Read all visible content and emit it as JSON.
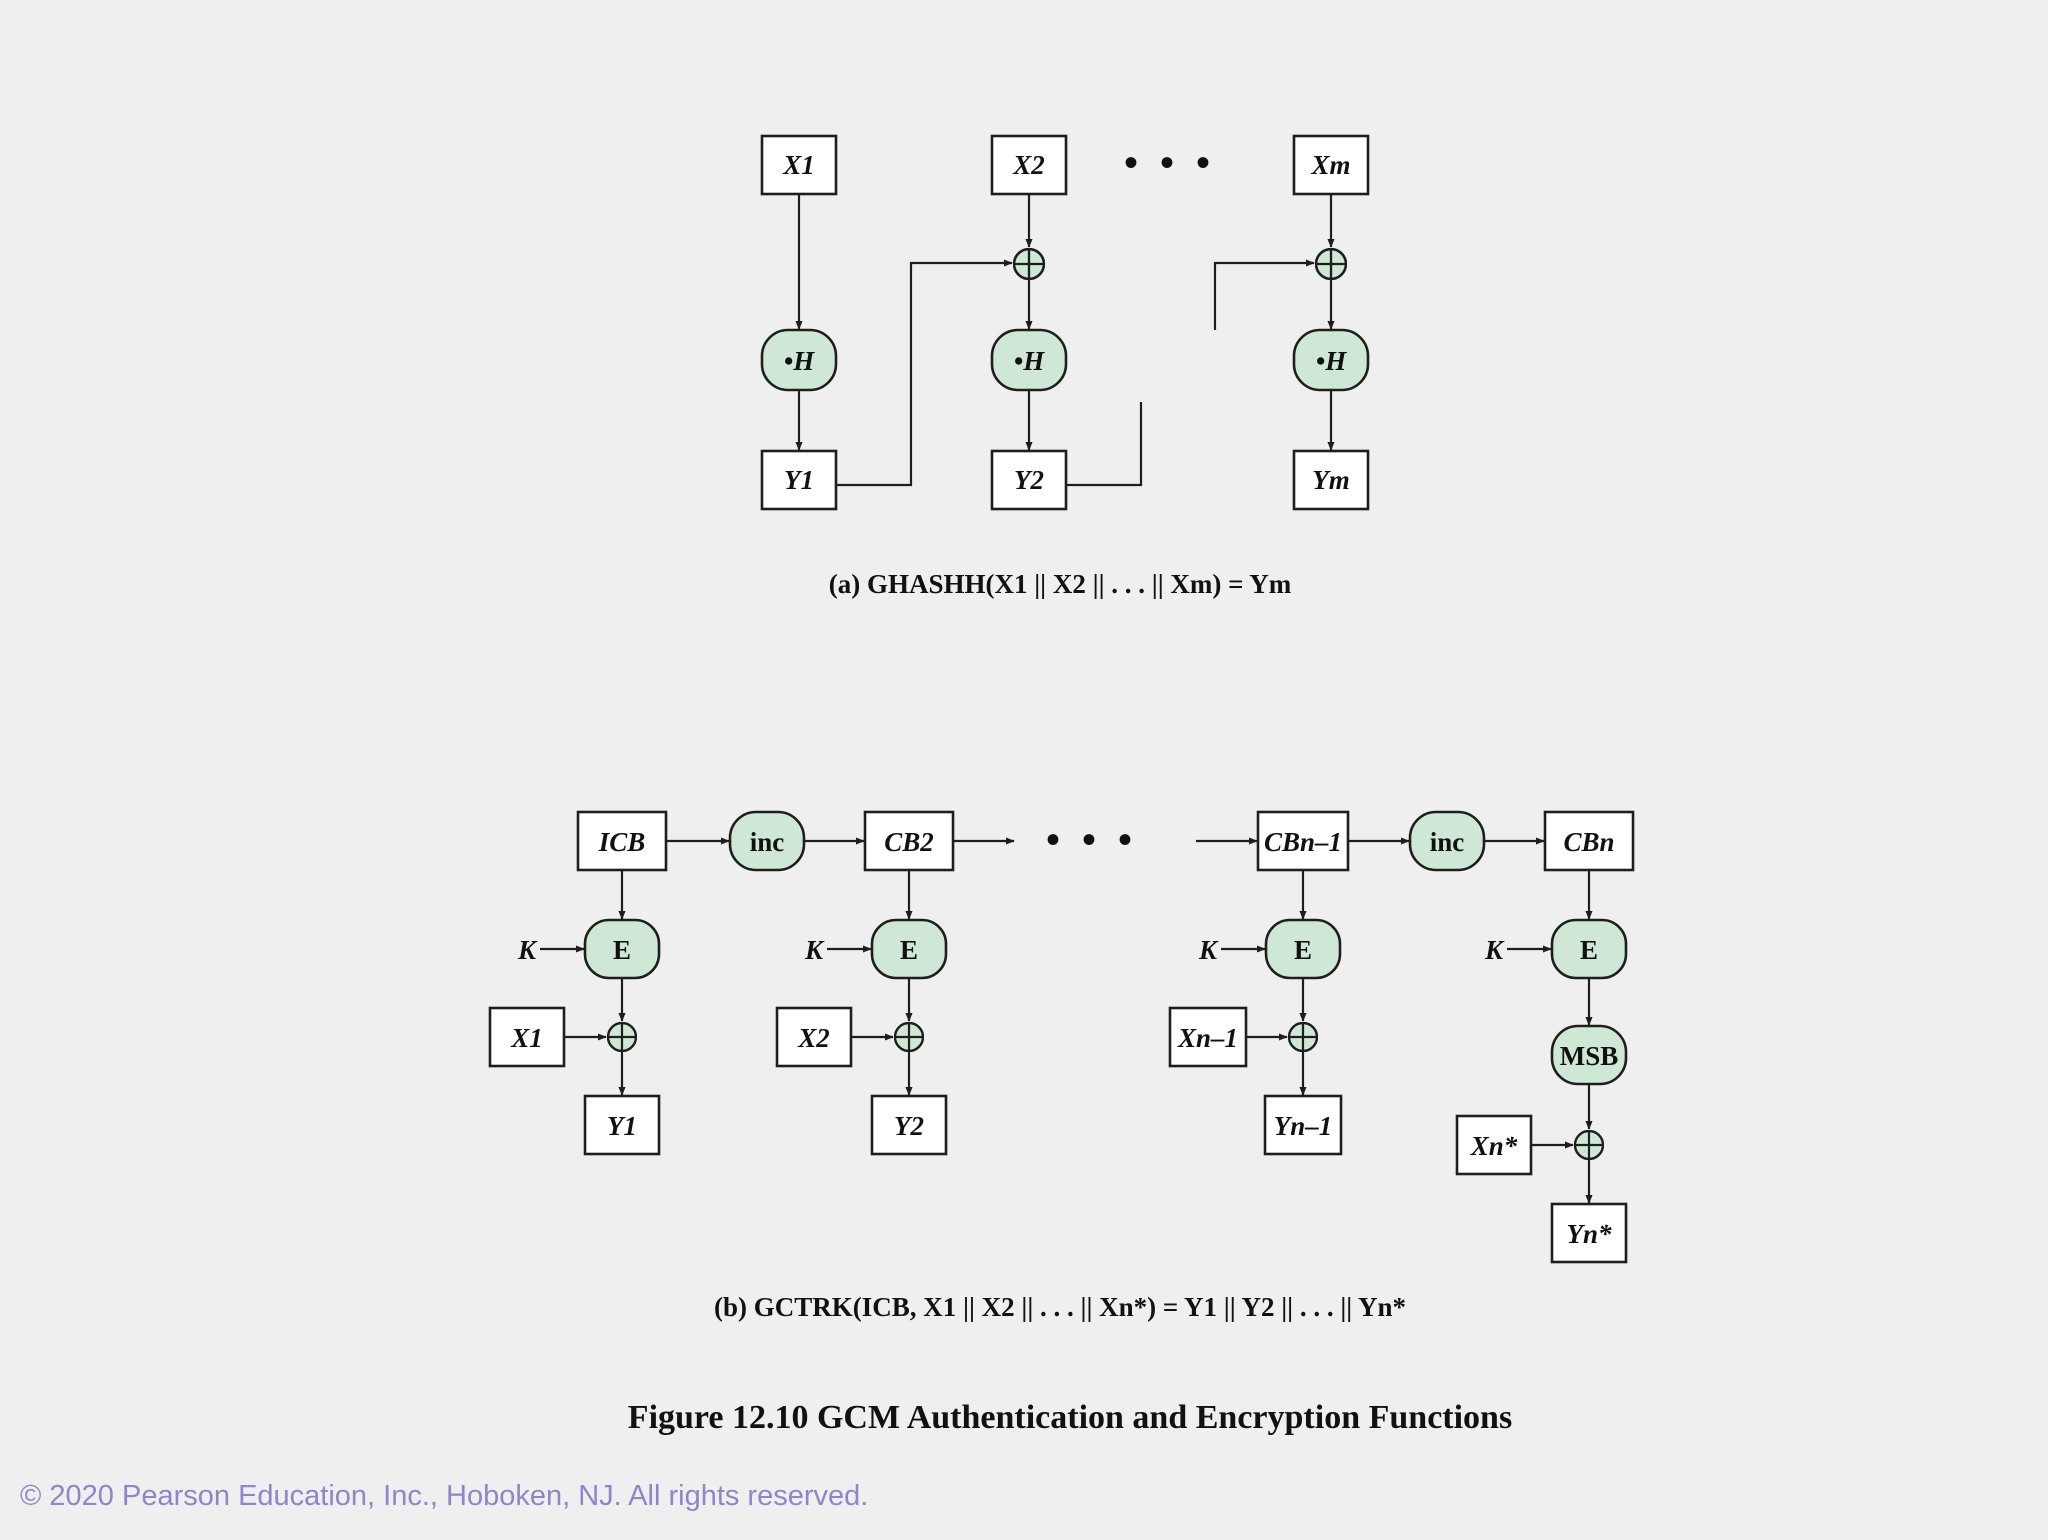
{
  "ghash": {
    "inputs": [
      "X1",
      "X2",
      "Xm"
    ],
    "func_label": "•H",
    "outputs": [
      "Y1",
      "Y2",
      "Ym"
    ],
    "ellipsis": "• • •",
    "caption": "(a) GHASHH(X1 || X2 || . . . || Xm) = Ym"
  },
  "gctr": {
    "counter_blocks": [
      "ICB",
      "CB2",
      "CBn–1",
      "CBn"
    ],
    "inc_label": "inc",
    "key_label": "K",
    "encrypt_label": "E",
    "msb_label": "MSB",
    "inputs": [
      "X1",
      "X2",
      "Xn–1",
      "Xn*"
    ],
    "outputs": [
      "Y1",
      "Y2",
      "Yn–1",
      "Yn*"
    ],
    "ellipsis": "• • •",
    "caption": "(b) GCTRK(ICB, X1 || X2 || . . . || Xn*) = Y1 || Y2 || . . . || Yn*"
  },
  "figure_title": "Figure 12.10  GCM Authentication and Encryption Functions",
  "copyright": "© 2020 Pearson Education, Inc., Hoboken, NJ. All rights reserved."
}
